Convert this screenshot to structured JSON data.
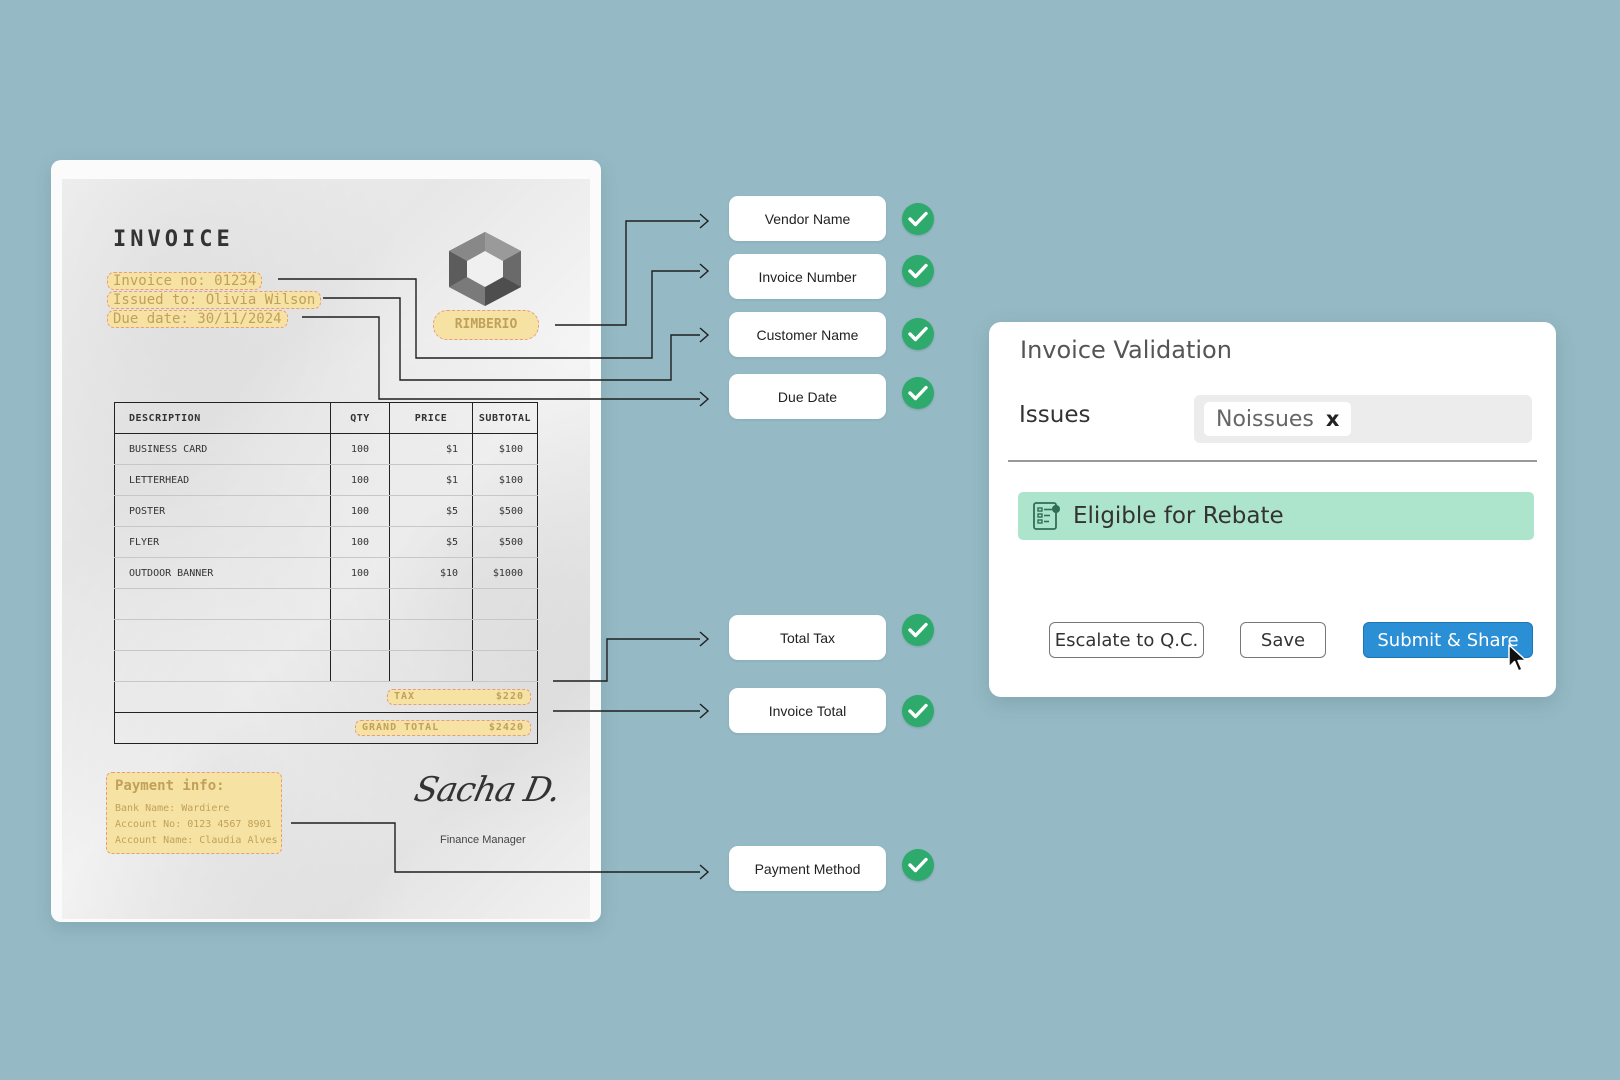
{
  "invoice": {
    "title": "INVOICE",
    "invoice_no": "Invoice no: 01234",
    "issued_to": "Issued to: Olivia Wilson",
    "due_date": "Due date: 30/11/2024",
    "brand": "RIMBERIO",
    "table": {
      "headers": [
        "DESCRIPTION",
        "QTY",
        "PRICE",
        "SUBTOTAL"
      ],
      "rows": [
        {
          "desc": "BUSINESS CARD",
          "qty": "100",
          "price": "$1",
          "subtotal": "$100"
        },
        {
          "desc": "LETTERHEAD",
          "qty": "100",
          "price": "$1",
          "subtotal": "$100"
        },
        {
          "desc": "POSTER",
          "qty": "100",
          "price": "$5",
          "subtotal": "$500"
        },
        {
          "desc": "FLYER",
          "qty": "100",
          "price": "$5",
          "subtotal": "$500"
        },
        {
          "desc": "OUTDOOR BANNER",
          "qty": "100",
          "price": "$10",
          "subtotal": "$1000"
        }
      ],
      "tax_label": "TAX",
      "tax_value": "$220",
      "grand_total_label": "GRAND TOTAL",
      "grand_total_value": "$2420"
    },
    "payment": {
      "title": "Payment info:",
      "bank": "Bank Name: Wardiere",
      "account_no": "Account No: 0123 4567 8901",
      "account_name": "Account Name: Claudia Alves"
    },
    "signature": "Sacha D.",
    "signature_role": "Finance Manager"
  },
  "fields": [
    {
      "label": "Vendor Name",
      "status_icon": "check-icon"
    },
    {
      "label": "Invoice Number",
      "status_icon": "check-icon"
    },
    {
      "label": "Customer Name",
      "status_icon": "check-icon"
    },
    {
      "label": "Due Date",
      "status_icon": "check-icon"
    },
    {
      "label": "Total Tax",
      "status_icon": "check-icon"
    },
    {
      "label": "Invoice Total",
      "status_icon": "check-icon"
    },
    {
      "label": "Payment Method",
      "status_icon": "check-icon"
    }
  ],
  "panel": {
    "title": "Invoice Validation",
    "issues_label": "Issues",
    "issues_chip": "Noissues",
    "chip_remove": "x",
    "rebate_text": "Eligible for Rebate",
    "buttons": {
      "escalate": "Escalate to Q.C.",
      "save": "Save",
      "submit": "Submit & Share"
    }
  },
  "colors": {
    "background": "#95bac5",
    "highlight": "#f6e3a3",
    "check": "#2eaa6c",
    "rebate": "#ade5cc",
    "primary_button": "#2b8fd6"
  }
}
